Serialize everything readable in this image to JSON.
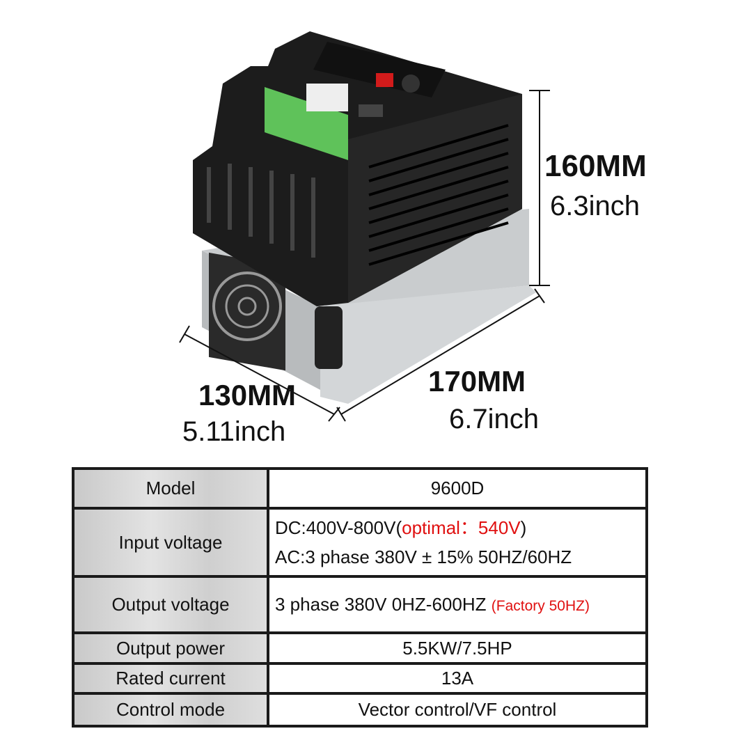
{
  "dimensions": {
    "height_mm": "160MM",
    "height_in": "6.3inch",
    "width_mm": "130MM",
    "width_in": "5.11inch",
    "depth_mm": "170MM",
    "depth_in": "6.7inch"
  },
  "spec_table": {
    "rows": [
      {
        "label": "Model",
        "value": "9600D"
      },
      {
        "label": "Input voltage",
        "value_line1": "DC:400V-800V(",
        "value_line1_red": "optimal：540V",
        "value_line1_end": ")",
        "value_line2": "AC:3 phase 380V ± 15% 50HZ/60HZ"
      },
      {
        "label": "Output voltage",
        "value": "3 phase 380V 0HZ-600HZ",
        "value_red": "(Factory 50HZ)"
      },
      {
        "label": "Output power",
        "value": "5.5KW/7.5HP"
      },
      {
        "label": "Rated current",
        "value": "13A"
      },
      {
        "label": "Control mode",
        "value": "Vector control/VF control"
      }
    ]
  },
  "colors": {
    "accent_red": "#e01010",
    "housing": "#1c1c1c",
    "terminal_green": "#5fc25a",
    "heatsink": "#c9ccce"
  }
}
